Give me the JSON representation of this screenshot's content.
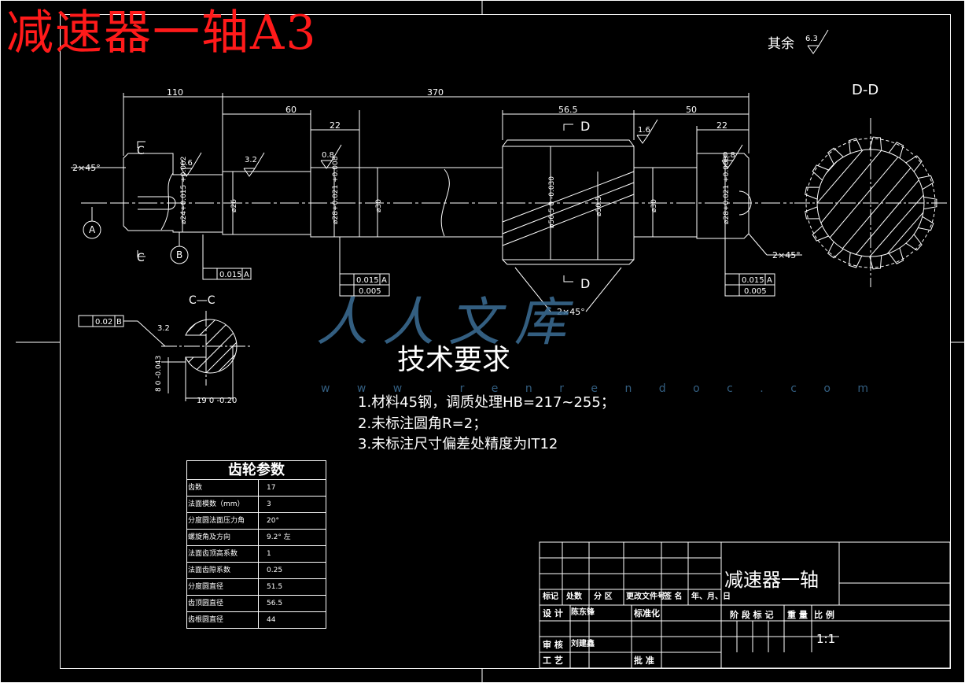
{
  "header": {
    "title": "减速器一轴A3",
    "surface_rest_label": "其余",
    "surface_rest_value": "6.3"
  },
  "drawing": {
    "dims": {
      "d110": "110",
      "d370": "370",
      "d60": "60",
      "d22a": "22",
      "d56_5": "56.5",
      "d50": "50",
      "d22b": "22",
      "chamfer_left": "2×45°",
      "chamfer_right": "2×45°",
      "chamfer_bottom": "2×45°"
    },
    "roughness": [
      "1.6",
      "3.2",
      "0.8",
      "1.6",
      "0.8",
      "3.2"
    ],
    "diameters": {
      "d24": "ø24+0.015 +0.002",
      "d26": "ø26",
      "d28a": "ø28+0.021 +0.008",
      "d30a": "ø30",
      "d56_5": "ø56.5 0 -0.030",
      "d50_5": "ø50.5",
      "d30b": "ø30",
      "d28b": "ø28+0.021 +0.008"
    },
    "datums": [
      "A",
      "B"
    ],
    "section_marks": {
      "c": "C",
      "d": "D",
      "cc_title": "C—C",
      "dd_title": "D-D"
    },
    "tolerances": {
      "runout_left": "0.015",
      "runout_left_ref": "A",
      "runout_mid": "0.015",
      "runout_mid_ref": "A",
      "cyl_mid": "0.005",
      "runout_right": "0.015",
      "runout_right_ref": "A",
      "cyl_right": "0.005",
      "sym_cc": "0.02",
      "sym_cc_ref": "B"
    },
    "cc_dims": {
      "width": "19 0 -0.20",
      "depth": "8 0 -0.043",
      "roughness": "3.2"
    }
  },
  "watermark": {
    "text": "人人文库",
    "url": "w w w . r e n r e n d o c . c o m"
  },
  "requirements": {
    "title": "技术要求",
    "items": [
      "1.材料45钢，调质处理HB=217~255；",
      "2.未标注圆角R=2；",
      "3.未标注尺寸偏差处精度为IT12"
    ]
  },
  "gear_params": {
    "title": "齿轮参数",
    "rows": [
      {
        "k": "齿数",
        "v": "17"
      },
      {
        "k": "法面模数（mm）",
        "v": "3"
      },
      {
        "k": "分度圆法面压力角",
        "v": "20°"
      },
      {
        "k": "螺旋角及方向",
        "v": "9.2° 左"
      },
      {
        "k": "法面齿顶高系数",
        "v": "1"
      },
      {
        "k": "法面齿隙系数",
        "v": "0.25"
      },
      {
        "k": "分度圆直径",
        "v": "51.5"
      },
      {
        "k": "齿顶圆直径",
        "v": "56.5"
      },
      {
        "k": "齿根圆直径",
        "v": "44"
      }
    ]
  },
  "title_block": {
    "part_name": "减速器一轴",
    "row_labels": [
      "标记",
      "处数",
      "分 区",
      "更改文件号",
      "签 名",
      "年、月、日"
    ],
    "design": "设 计",
    "designer": "陈东锋",
    "standardize": "标准化",
    "review": "审 核",
    "reviewer": "刘建鑫",
    "process": "工 艺",
    "approve": "批 准",
    "stage_mark": "阶 段 标 记",
    "weight": "重 量",
    "ratio": "比 例",
    "scale": "1:1"
  }
}
